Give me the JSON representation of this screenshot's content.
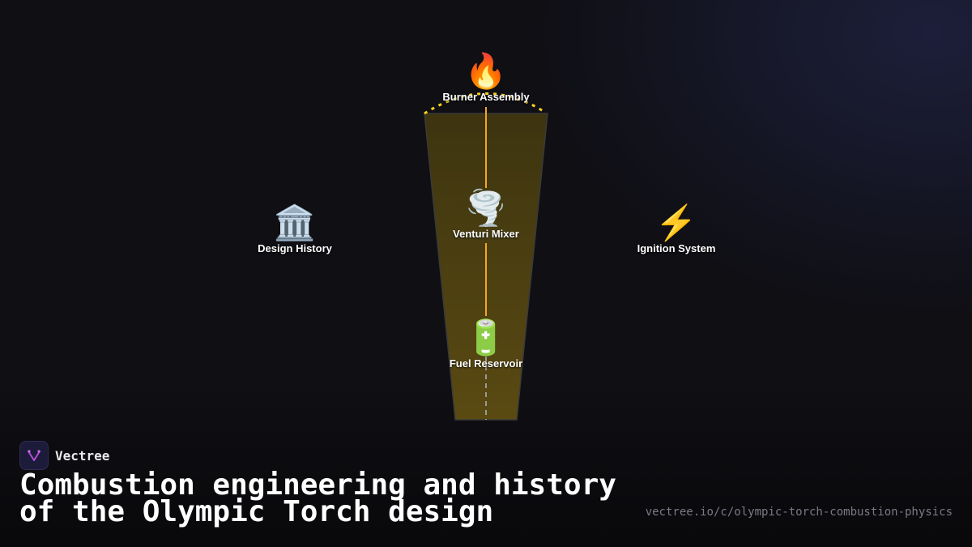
{
  "diagram": {
    "nodes": [
      {
        "id": "burner",
        "label": "Burner Assembly",
        "icon": "🔥",
        "icon_name": "fire-icon"
      },
      {
        "id": "mixer",
        "label": "Venturi Mixer",
        "icon": "🌪️",
        "icon_name": "tornado-icon"
      },
      {
        "id": "fuel",
        "label": "Fuel Reservoir",
        "icon": "🔋",
        "icon_name": "battery-icon"
      },
      {
        "id": "history",
        "label": "Design History",
        "icon": "🏛️",
        "icon_name": "classical-building-icon"
      },
      {
        "id": "ignition",
        "label": "Ignition System",
        "icon": "⚡",
        "icon_name": "lightning-icon"
      }
    ],
    "colors": {
      "torch_fill": "#4a3d0e",
      "connector": "#f5a623",
      "flame_arc": "#f7d11e",
      "dashed_axis": "#8a8a8a"
    }
  },
  "brand": {
    "name": "Vectree"
  },
  "title": {
    "line1": "Combustion engineering and history",
    "line2": "of the Olympic Torch design"
  },
  "url": "vectree.io/c/olympic-torch-combustion-physics"
}
